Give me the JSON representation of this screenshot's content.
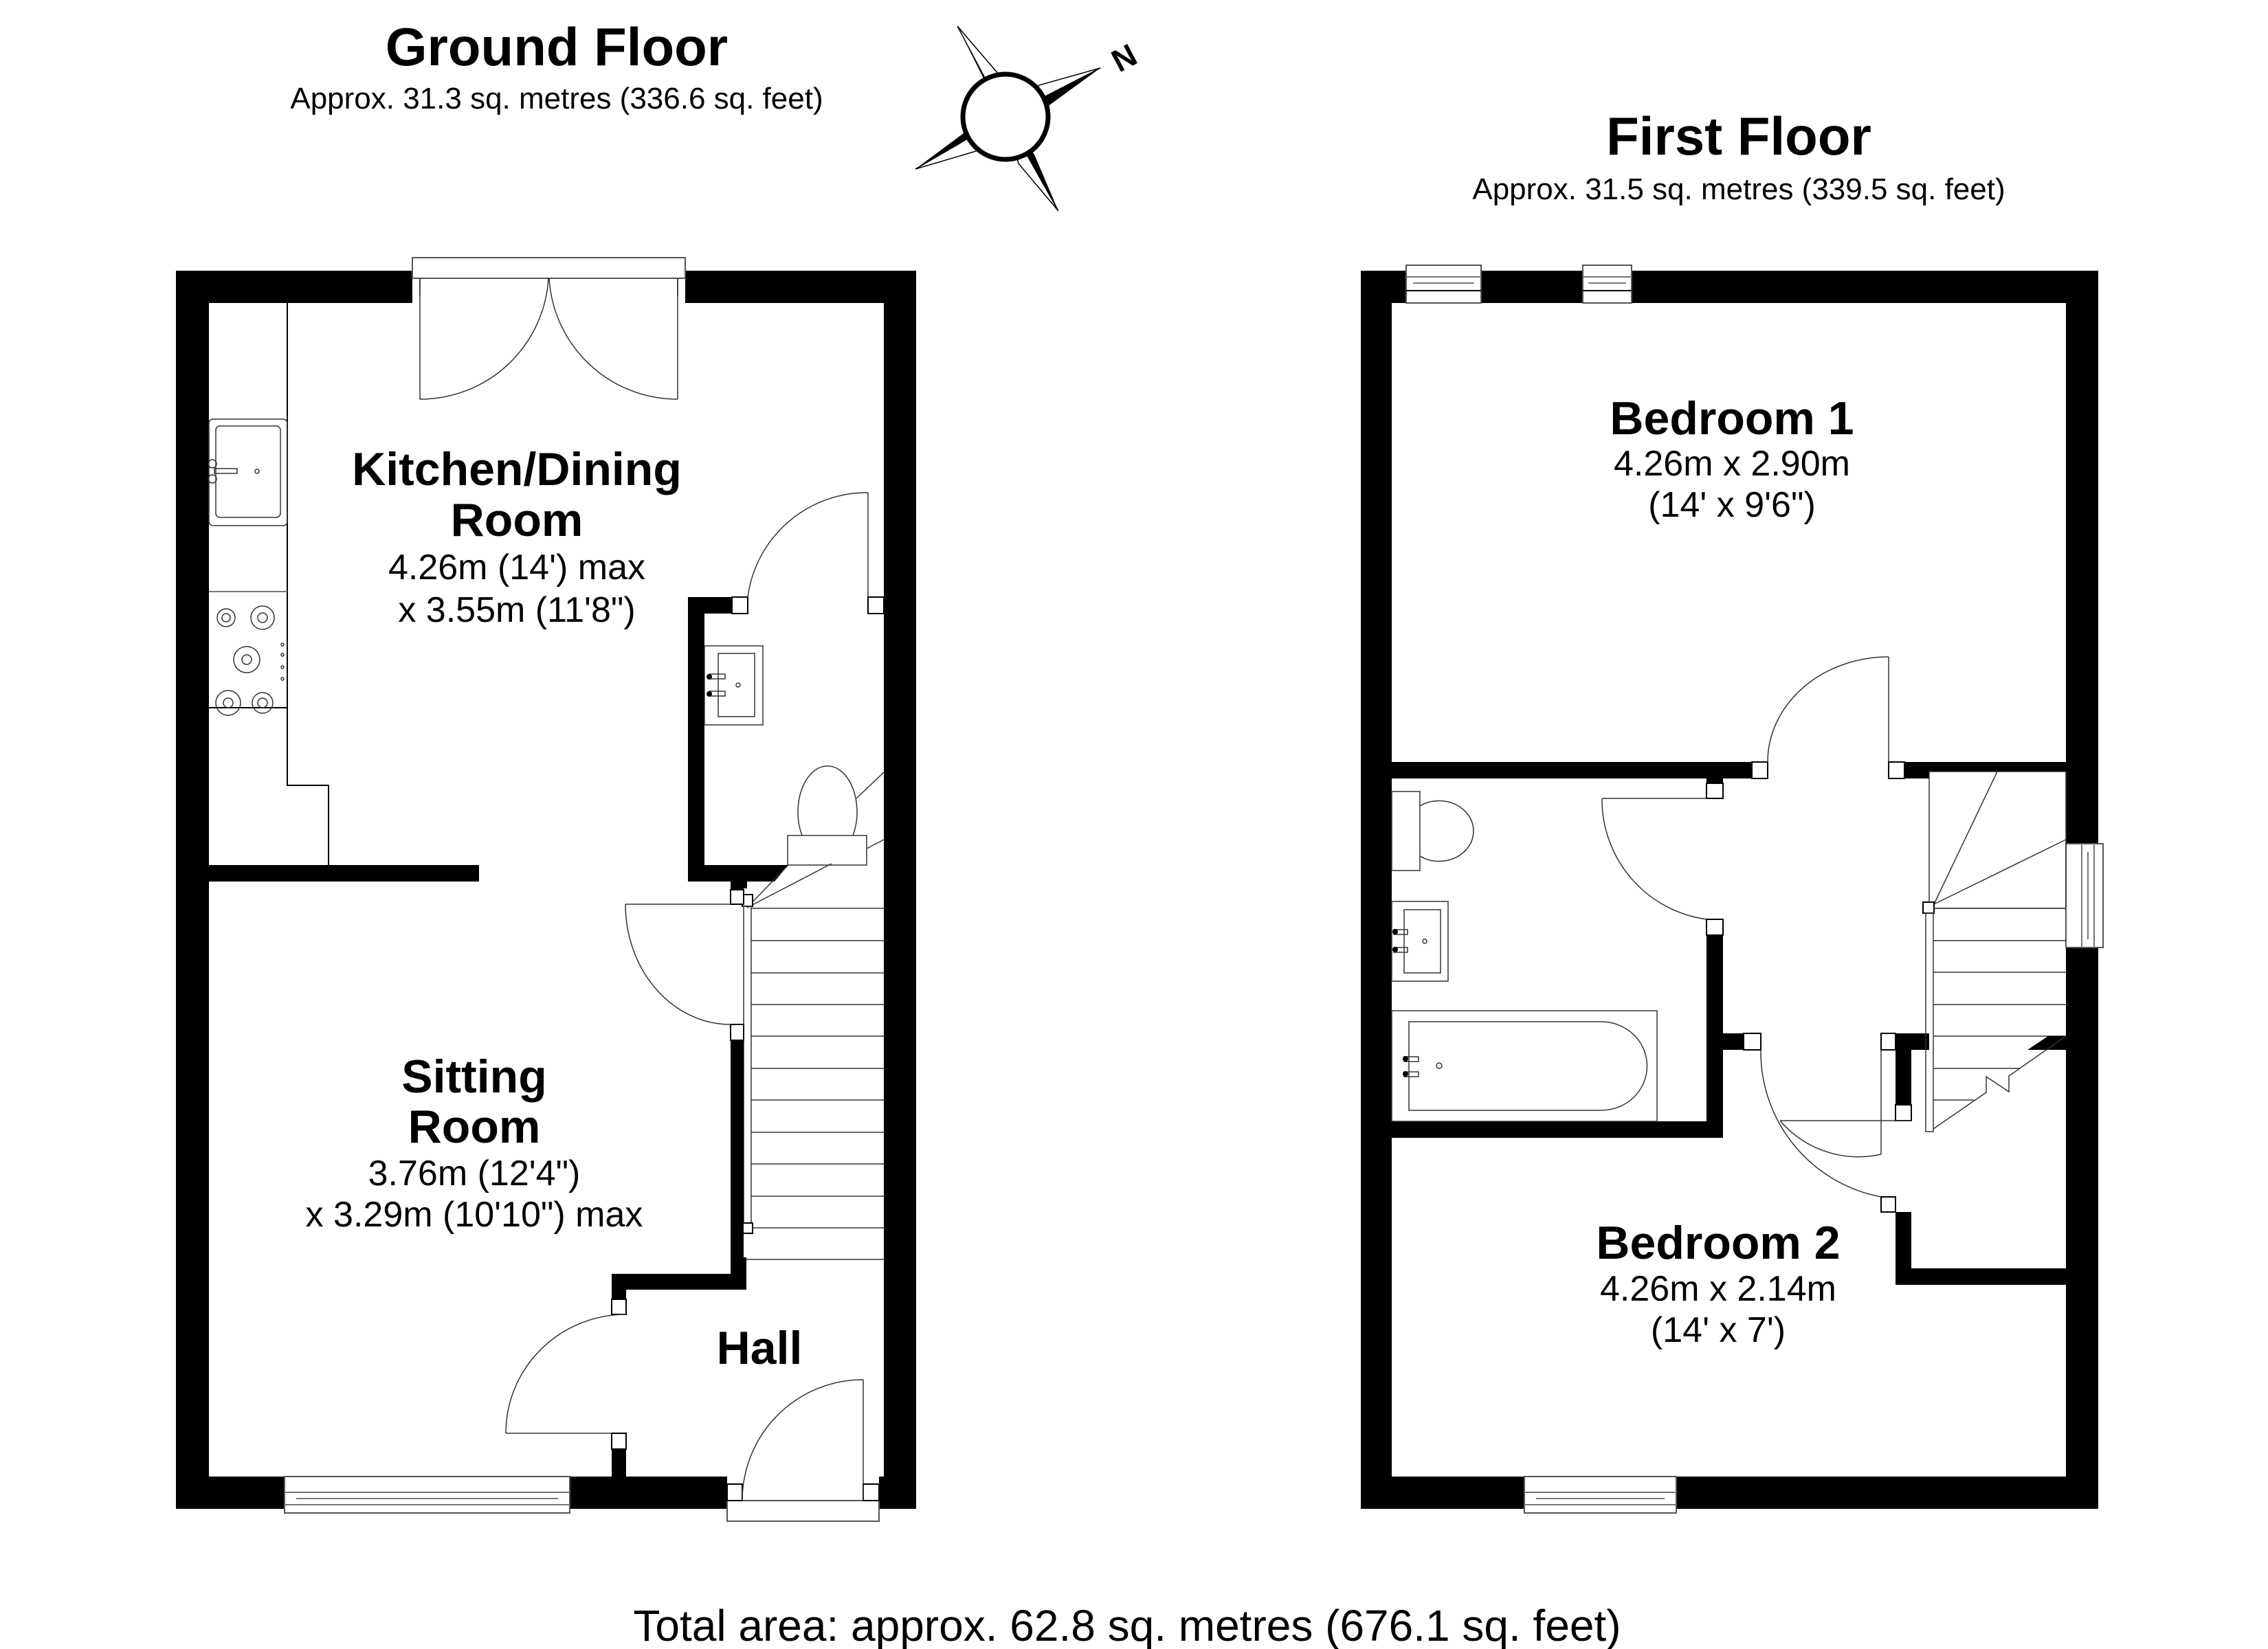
{
  "ground_floor": {
    "title": "Ground Floor",
    "area": "Approx. 31.3 sq. metres (336.6 sq. feet)",
    "rooms": {
      "kitchen": {
        "name_line1": "Kitchen/Dining",
        "name_line2": "Room",
        "dim_line1": "4.26m (14') max",
        "dim_line2": "x 3.55m (11'8\")"
      },
      "sitting": {
        "name_line1": "Sitting",
        "name_line2": "Room",
        "dim_line1": "3.76m (12'4\")",
        "dim_line2": "x 3.29m (10'10\") max"
      },
      "hall": {
        "name": "Hall"
      }
    }
  },
  "first_floor": {
    "title": "First Floor",
    "area": "Approx. 31.5 sq. metres (339.5 sq. feet)",
    "rooms": {
      "bedroom1": {
        "name": "Bedroom 1",
        "dim_line1": "4.26m x 2.90m",
        "dim_line2": "(14' x 9'6\")"
      },
      "bedroom2": {
        "name": "Bedroom 2",
        "dim_line1": "4.26m x 2.14m",
        "dim_line2": "(14' x 7')"
      }
    }
  },
  "compass": {
    "label": "N",
    "icon": "compass-rose-icon"
  },
  "footer": {
    "total_area": "Total area: approx. 62.8 sq. metres (676.1 sq. feet)"
  },
  "colors": {
    "wall": "#000000",
    "background": "#ffffff"
  }
}
